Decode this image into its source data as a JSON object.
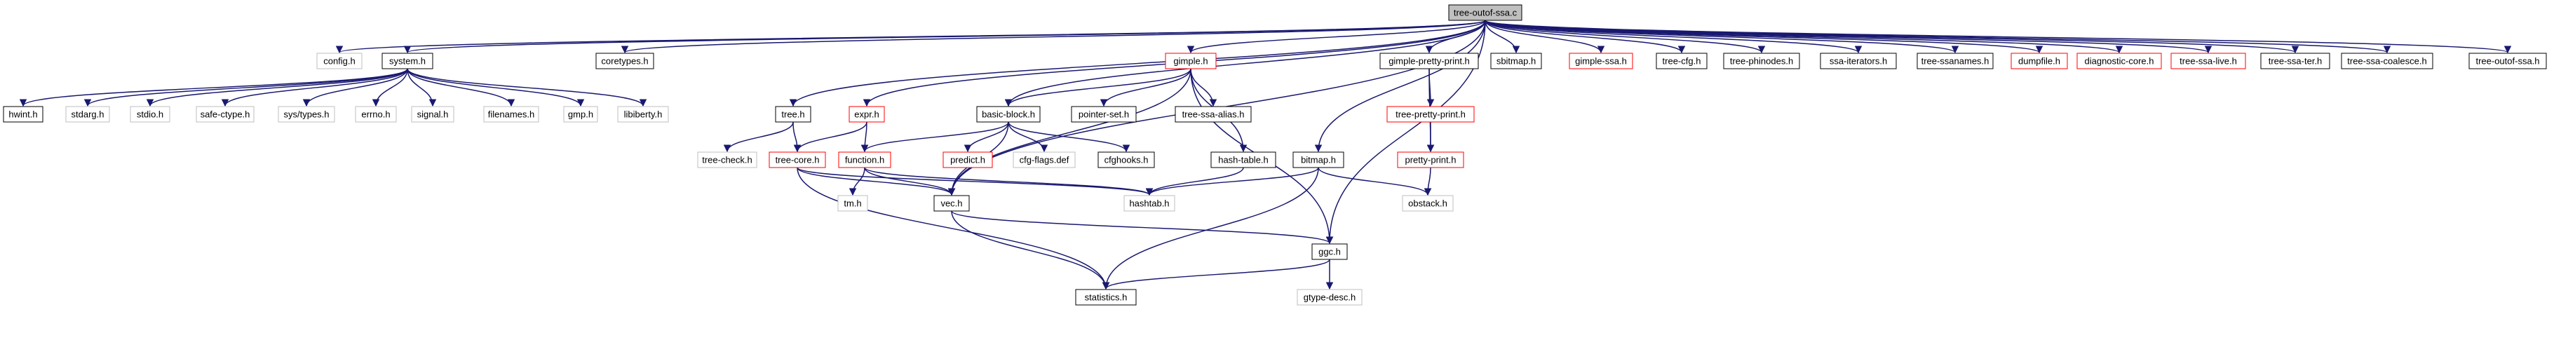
{
  "nodes": [
    {
      "id": "tree-outof-ssa-c",
      "label": "tree-outof-ssa.c",
      "style": "root"
    },
    {
      "id": "config-h",
      "label": "config.h",
      "style": "gray"
    },
    {
      "id": "system-h",
      "label": "system.h",
      "style": "black"
    },
    {
      "id": "coretypes-h",
      "label": "coretypes.h",
      "style": "black"
    },
    {
      "id": "tree-h",
      "label": "tree.h",
      "style": "black"
    },
    {
      "id": "expr-h",
      "label": "expr.h",
      "style": "red"
    },
    {
      "id": "basic-block-h",
      "label": "basic-block.h",
      "style": "black"
    },
    {
      "id": "gimple-h",
      "label": "gimple.h",
      "style": "red"
    },
    {
      "id": "gimple-pretty-print-h",
      "label": "gimple-pretty-print.h",
      "style": "black"
    },
    {
      "id": "sbitmap-h",
      "label": "sbitmap.h",
      "style": "black"
    },
    {
      "id": "gimple-ssa-h",
      "label": "gimple-ssa.h",
      "style": "red"
    },
    {
      "id": "tree-cfg-h",
      "label": "tree-cfg.h",
      "style": "black"
    },
    {
      "id": "tree-phinodes-h",
      "label": "tree-phinodes.h",
      "style": "black"
    },
    {
      "id": "ssa-iterators-h",
      "label": "ssa-iterators.h",
      "style": "black"
    },
    {
      "id": "tree-ssanames-h",
      "label": "tree-ssanames.h",
      "style": "black"
    },
    {
      "id": "dumpfile-h",
      "label": "dumpfile.h",
      "style": "red"
    },
    {
      "id": "diagnostic-core-h",
      "label": "diagnostic-core.h",
      "style": "red"
    },
    {
      "id": "tree-ssa-live-h",
      "label": "tree-ssa-live.h",
      "style": "red"
    },
    {
      "id": "tree-ssa-ter-h",
      "label": "tree-ssa-ter.h",
      "style": "black"
    },
    {
      "id": "tree-ssa-coalesce-h",
      "label": "tree-ssa-coalesce.h",
      "style": "black"
    },
    {
      "id": "tree-outof-ssa-h",
      "label": "tree-outof-ssa.h",
      "style": "black"
    },
    {
      "id": "hwint-h",
      "label": "hwint.h",
      "style": "black"
    },
    {
      "id": "stdarg-h",
      "label": "stdarg.h",
      "style": "gray"
    },
    {
      "id": "stdio-h",
      "label": "stdio.h",
      "style": "gray"
    },
    {
      "id": "safe-ctype-h",
      "label": "safe-ctype.h",
      "style": "gray"
    },
    {
      "id": "sys-types-h",
      "label": "sys/types.h",
      "style": "gray"
    },
    {
      "id": "errno-h",
      "label": "errno.h",
      "style": "gray"
    },
    {
      "id": "signal-h",
      "label": "signal.h",
      "style": "gray"
    },
    {
      "id": "filenames-h",
      "label": "filenames.h",
      "style": "gray"
    },
    {
      "id": "gmp-h",
      "label": "gmp.h",
      "style": "gray"
    },
    {
      "id": "libiberty-h",
      "label": "libiberty.h",
      "style": "gray"
    },
    {
      "id": "tree-check-h",
      "label": "tree-check.h",
      "style": "gray"
    },
    {
      "id": "tree-core-h",
      "label": "tree-core.h",
      "style": "red"
    },
    {
      "id": "function-h",
      "label": "function.h",
      "style": "red"
    },
    {
      "id": "predict-h",
      "label": "predict.h",
      "style": "red"
    },
    {
      "id": "cfg-flags-def",
      "label": "cfg-flags.def",
      "style": "gray"
    },
    {
      "id": "cfghooks-h",
      "label": "cfghooks.h",
      "style": "black"
    },
    {
      "id": "pointer-set-h",
      "label": "pointer-set.h",
      "style": "black"
    },
    {
      "id": "tree-ssa-alias-h",
      "label": "tree-ssa-alias.h",
      "style": "black"
    },
    {
      "id": "hash-table-h",
      "label": "hash-table.h",
      "style": "black"
    },
    {
      "id": "tree-pretty-print-h",
      "label": "tree-pretty-print.h",
      "style": "red"
    },
    {
      "id": "pretty-print-h",
      "label": "pretty-print.h",
      "style": "red"
    },
    {
      "id": "bitmap-h",
      "label": "bitmap.h",
      "style": "black"
    },
    {
      "id": "obstack-h",
      "label": "obstack.h",
      "style": "gray"
    },
    {
      "id": "tm-h",
      "label": "tm.h",
      "style": "gray"
    },
    {
      "id": "vec-h",
      "label": "vec.h",
      "style": "black"
    },
    {
      "id": "hashtab-h",
      "label": "hashtab.h",
      "style": "gray"
    },
    {
      "id": "ggc-h",
      "label": "ggc.h",
      "style": "black"
    },
    {
      "id": "statistics-h",
      "label": "statistics.h",
      "style": "black"
    },
    {
      "id": "gtype-desc-h",
      "label": "gtype-desc.h",
      "style": "gray"
    }
  ],
  "edges": [
    [
      "tree-outof-ssa-c",
      "config-h"
    ],
    [
      "tree-outof-ssa-c",
      "system-h"
    ],
    [
      "tree-outof-ssa-c",
      "coretypes-h"
    ],
    [
      "tree-outof-ssa-c",
      "tree-h"
    ],
    [
      "tree-outof-ssa-c",
      "expr-h"
    ],
    [
      "tree-outof-ssa-c",
      "basic-block-h"
    ],
    [
      "tree-outof-ssa-c",
      "gimple-h"
    ],
    [
      "tree-outof-ssa-c",
      "gimple-pretty-print-h"
    ],
    [
      "tree-outof-ssa-c",
      "sbitmap-h"
    ],
    [
      "tree-outof-ssa-c",
      "gimple-ssa-h"
    ],
    [
      "tree-outof-ssa-c",
      "tree-cfg-h"
    ],
    [
      "tree-outof-ssa-c",
      "tree-phinodes-h"
    ],
    [
      "tree-outof-ssa-c",
      "ssa-iterators-h"
    ],
    [
      "tree-outof-ssa-c",
      "tree-ssanames-h"
    ],
    [
      "tree-outof-ssa-c",
      "dumpfile-h"
    ],
    [
      "tree-outof-ssa-c",
      "diagnostic-core-h"
    ],
    [
      "tree-outof-ssa-c",
      "tree-ssa-live-h"
    ],
    [
      "tree-outof-ssa-c",
      "tree-ssa-ter-h"
    ],
    [
      "tree-outof-ssa-c",
      "tree-ssa-coalesce-h"
    ],
    [
      "tree-outof-ssa-c",
      "tree-outof-ssa-h"
    ],
    [
      "tree-outof-ssa-c",
      "bitmap-h"
    ],
    [
      "tree-outof-ssa-c",
      "vec-h"
    ],
    [
      "tree-outof-ssa-c",
      "ggc-h"
    ],
    [
      "system-h",
      "hwint-h"
    ],
    [
      "system-h",
      "stdarg-h"
    ],
    [
      "system-h",
      "stdio-h"
    ],
    [
      "system-h",
      "safe-ctype-h"
    ],
    [
      "system-h",
      "sys-types-h"
    ],
    [
      "system-h",
      "errno-h"
    ],
    [
      "system-h",
      "signal-h"
    ],
    [
      "system-h",
      "filenames-h"
    ],
    [
      "system-h",
      "gmp-h"
    ],
    [
      "system-h",
      "libiberty-h"
    ],
    [
      "tree-h",
      "tree-check-h"
    ],
    [
      "tree-h",
      "tree-core-h"
    ],
    [
      "expr-h",
      "tree-core-h"
    ],
    [
      "expr-h",
      "function-h"
    ],
    [
      "basic-block-h",
      "function-h"
    ],
    [
      "basic-block-h",
      "predict-h"
    ],
    [
      "basic-block-h",
      "cfg-flags-def"
    ],
    [
      "basic-block-h",
      "cfghooks-h"
    ],
    [
      "basic-block-h",
      "vec-h"
    ],
    [
      "gimple-h",
      "basic-block-h"
    ],
    [
      "gimple-h",
      "pointer-set-h"
    ],
    [
      "gimple-h",
      "tree-ssa-alias-h"
    ],
    [
      "gimple-h",
      "hash-table-h"
    ],
    [
      "gimple-h",
      "vec-h"
    ],
    [
      "gimple-h",
      "ggc-h"
    ],
    [
      "gimple-pretty-print-h",
      "tree-pretty-print-h"
    ],
    [
      "gimple-pretty-print-h",
      "pretty-print-h"
    ],
    [
      "tree-pretty-print-h",
      "pretty-print-h"
    ],
    [
      "pretty-print-h",
      "obstack-h"
    ],
    [
      "tree-core-h",
      "vec-h"
    ],
    [
      "tree-core-h",
      "hashtab-h"
    ],
    [
      "tree-core-h",
      "statistics-h"
    ],
    [
      "function-h",
      "tm-h"
    ],
    [
      "function-h",
      "vec-h"
    ],
    [
      "function-h",
      "hashtab-h"
    ],
    [
      "hash-table-h",
      "hashtab-h"
    ],
    [
      "bitmap-h",
      "hashtab-h"
    ],
    [
      "bitmap-h",
      "obstack-h"
    ],
    [
      "bitmap-h",
      "statistics-h"
    ],
    [
      "vec-h",
      "ggc-h"
    ],
    [
      "vec-h",
      "statistics-h"
    ],
    [
      "ggc-h",
      "statistics-h"
    ],
    [
      "ggc-h",
      "gtype-desc-h"
    ]
  ],
  "colors": {
    "edge": "#191970",
    "root_fill": "#bfbfbf",
    "black_border": "#000000",
    "red_border": "#ff0000",
    "gray_border": "#bfbfbf",
    "node_fill": "#ffffff"
  }
}
